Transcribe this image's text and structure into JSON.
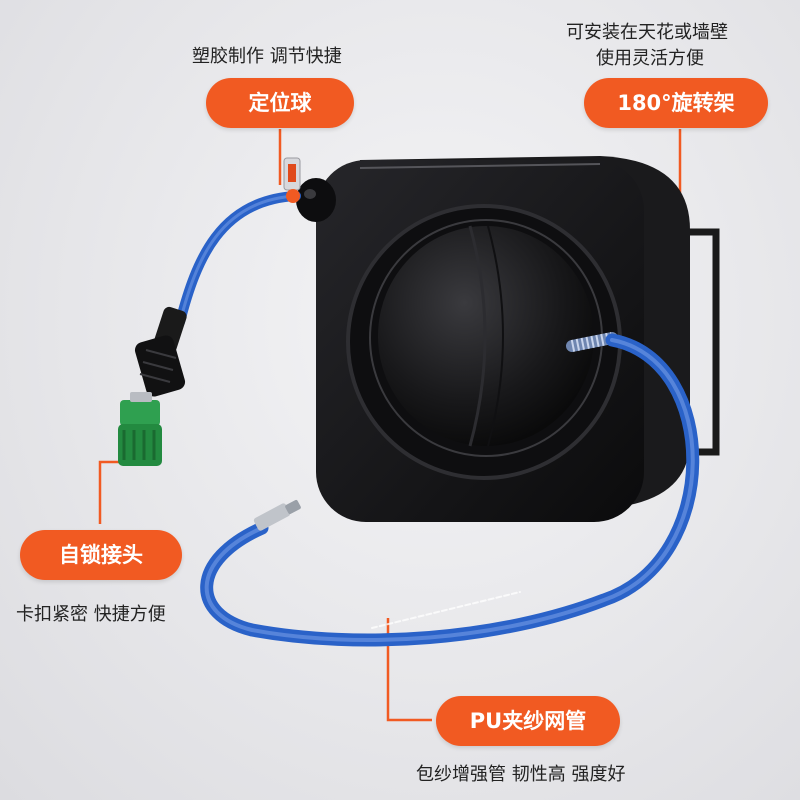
{
  "callouts": {
    "ball": {
      "label": "定位球",
      "desc": "塑胶制作 调节快捷"
    },
    "mount": {
      "label": "180°旋转架",
      "desc_line1": "可安装在天花或墙壁",
      "desc_line2": "使用灵活方便"
    },
    "connector": {
      "label": "自锁接头",
      "desc": "卡扣紧密 快捷方便"
    },
    "hose": {
      "label": "PU夹纱网管",
      "desc": "包纱增强管 韧性高 强度好"
    }
  },
  "colors": {
    "accent": "#f15a22",
    "hose": "#2a62c8",
    "reel_body": "#121212",
    "connector_green": "#2fa050"
  }
}
